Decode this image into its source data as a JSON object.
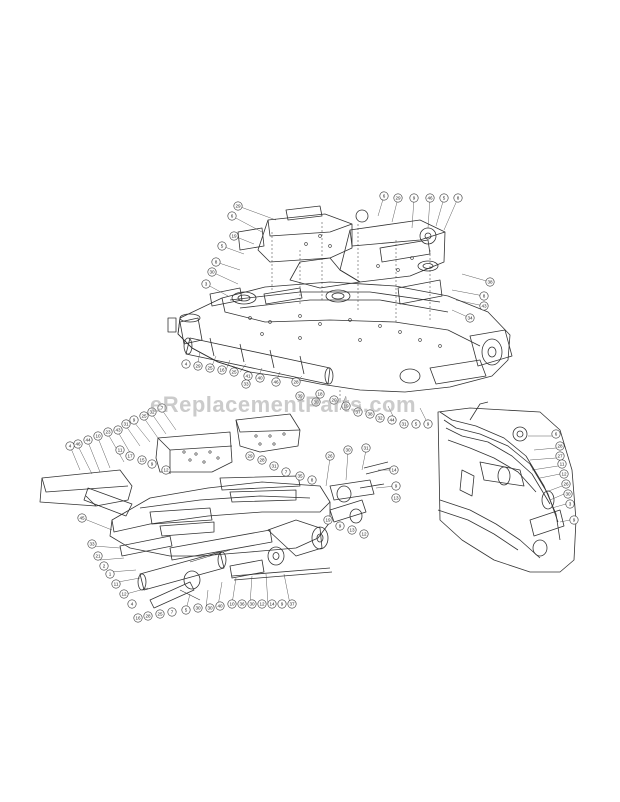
{
  "watermark": "eReplacementParts.com",
  "callouts": {
    "upper_deck": [
      "6",
      "29",
      "9",
      "46",
      "5",
      "8",
      "29",
      "6",
      "19",
      "5",
      "8",
      "30",
      "3",
      "38",
      "8",
      "43",
      "34",
      "4",
      "29",
      "25",
      "16",
      "25",
      "41",
      "40",
      "46",
      "28",
      "18",
      "20",
      "19",
      "37",
      "38",
      "32",
      "44",
      "31",
      "5",
      "9",
      "39",
      "30",
      "33"
    ],
    "lower_deck": [
      "7",
      "32",
      "25",
      "9",
      "31",
      "43",
      "23",
      "10",
      "44",
      "46",
      "4",
      "45",
      "33",
      "21",
      "2",
      "1",
      "11",
      "12",
      "4",
      "5",
      "30",
      "30",
      "40",
      "10",
      "36",
      "30",
      "12",
      "14",
      "9",
      "37",
      "26",
      "30",
      "31",
      "14",
      "9",
      "13",
      "7",
      "25",
      "28",
      "16",
      "11",
      "17",
      "15",
      "9",
      "12",
      "29",
      "28",
      "31",
      "7",
      "35",
      "8",
      "19",
      "9",
      "13",
      "12"
    ],
    "detail": [
      "6",
      "28",
      "27",
      "11",
      "12",
      "26",
      "30",
      "3",
      "9"
    ]
  }
}
